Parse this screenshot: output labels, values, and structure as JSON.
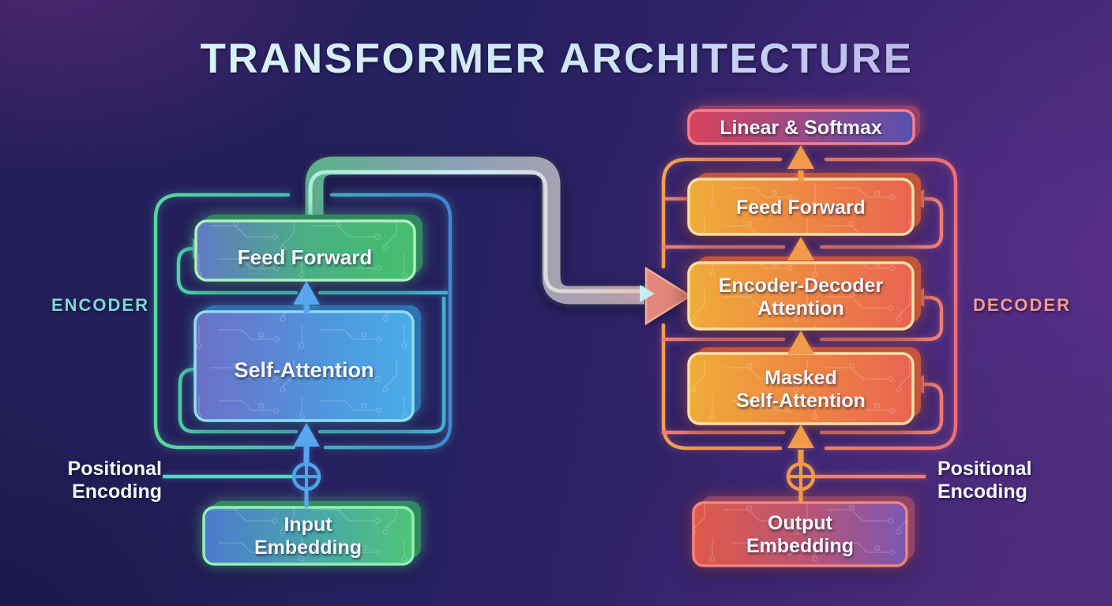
{
  "title": "TRANSFORMER ARCHITECTURE",
  "encoder": {
    "label": "ENCODER",
    "feed_forward": "Feed Forward",
    "self_attention": "Self-Attention",
    "input_embedding": [
      "Input",
      "Embedding"
    ],
    "positional_encoding": [
      "Positional",
      "Encoding"
    ]
  },
  "decoder": {
    "label": "DECODER",
    "linear_softmax": "Linear & Softmax",
    "feed_forward": "Feed Forward",
    "encoder_decoder_attention": [
      "Encoder-Decoder",
      "Attention"
    ],
    "masked_self_attention": [
      "Masked",
      "Self-Attention"
    ],
    "output_embedding": [
      "Output",
      "Embedding"
    ],
    "positional_encoding": [
      "Positional",
      "Encoding"
    ]
  },
  "colors": {
    "background_left": "#262060",
    "background_right": "#472a71",
    "title_gradient_start": "#d6f2fa",
    "title_gradient_end": "#bcb8ea",
    "encoder_label": "#7fd9cf",
    "decoder_label": "#f49a92",
    "encoder_arrow": "#57a6ef",
    "decoder_arrow": "#f29a49",
    "residual_line": "#4fd6a2",
    "feedback_loop": "#ef7d72",
    "text": "#f5f7fc"
  }
}
